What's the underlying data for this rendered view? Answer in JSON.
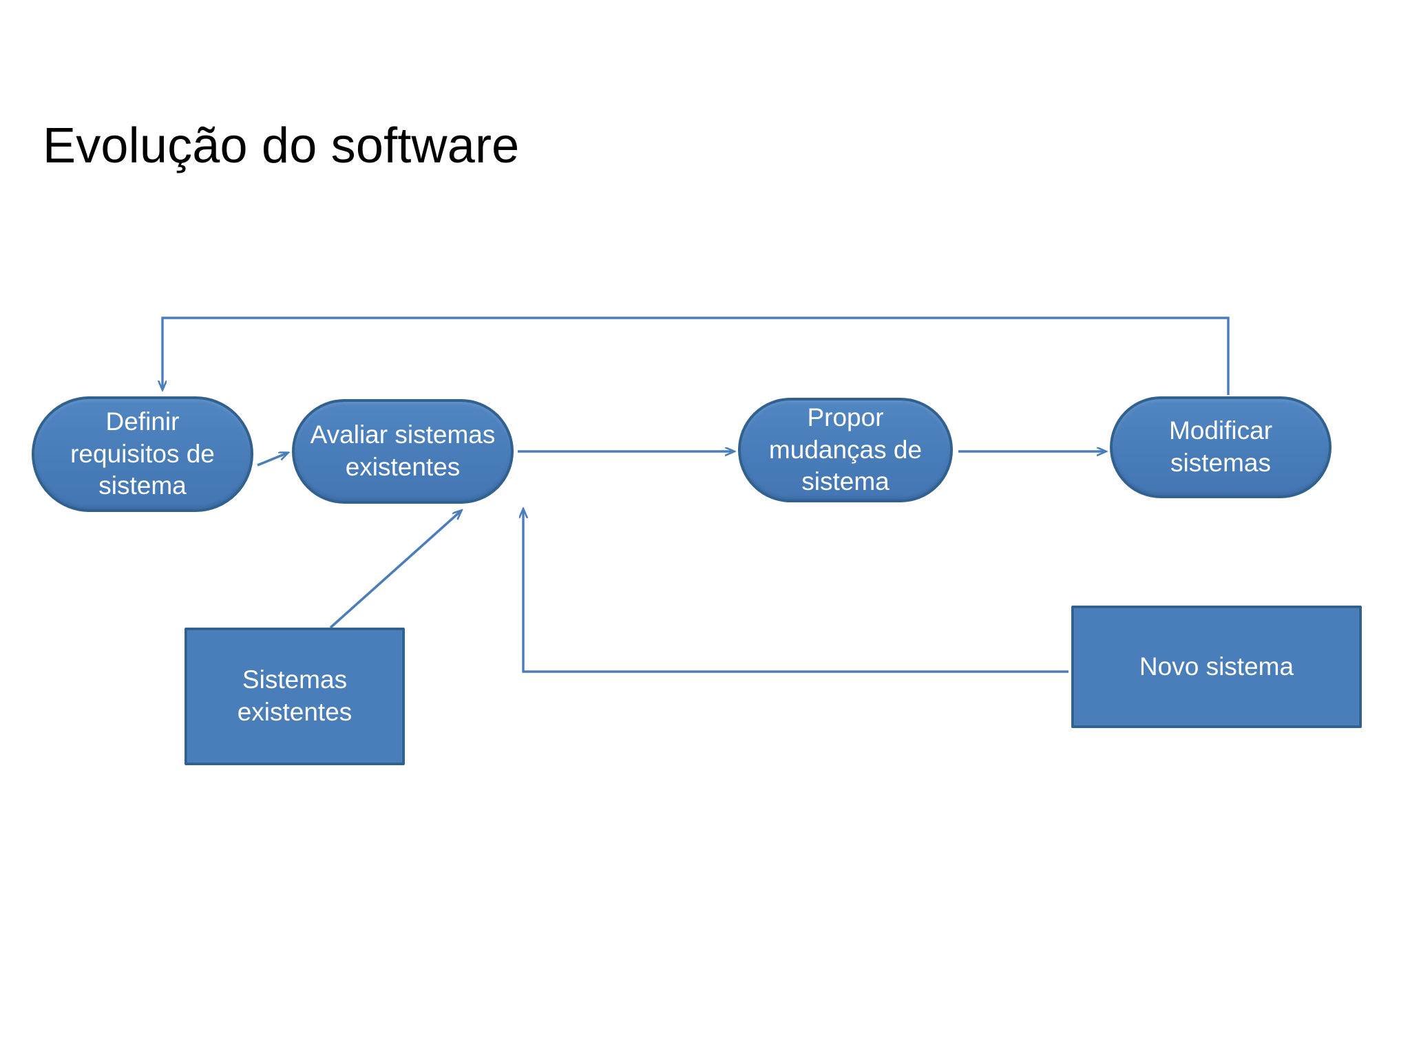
{
  "slide": {
    "title": "Evolução do software",
    "background_color": "#ffffff",
    "title_color": "#000000"
  },
  "theme": {
    "node_fill": "#4a7ebb",
    "node_border": "#31618f",
    "node_text": "#ffffff",
    "connector_color": "#4a7ebb"
  },
  "diagram": {
    "type": "flowchart",
    "nodes": [
      {
        "id": "definir",
        "shape": "stadium",
        "label": "Definir\nrequisitos de\nsistema"
      },
      {
        "id": "avaliar",
        "shape": "stadium",
        "label": "Avaliar sistemas\nexistentes"
      },
      {
        "id": "propor",
        "shape": "stadium",
        "label": "Propor\nmudanças de\nsistema"
      },
      {
        "id": "modificar",
        "shape": "stadium",
        "label": "Modificar\nsistemas"
      },
      {
        "id": "sistemas_existentes",
        "shape": "rectangle",
        "label": "Sistemas\nexistentes"
      },
      {
        "id": "novo_sistema",
        "shape": "rectangle",
        "label": "Novo sistema"
      }
    ],
    "edges": [
      {
        "from": "definir",
        "to": "avaliar",
        "style": "arrow"
      },
      {
        "from": "avaliar",
        "to": "propor",
        "style": "arrow"
      },
      {
        "from": "propor",
        "to": "modificar",
        "style": "arrow"
      },
      {
        "from": "modificar",
        "to": "definir",
        "style": "arrow-feedback-loop-top"
      },
      {
        "from": "sistemas_existentes",
        "to": "avaliar",
        "style": "arrow-diagonal"
      },
      {
        "from": "novo_sistema",
        "to": "avaliar",
        "style": "arrow-elbow"
      }
    ]
  }
}
